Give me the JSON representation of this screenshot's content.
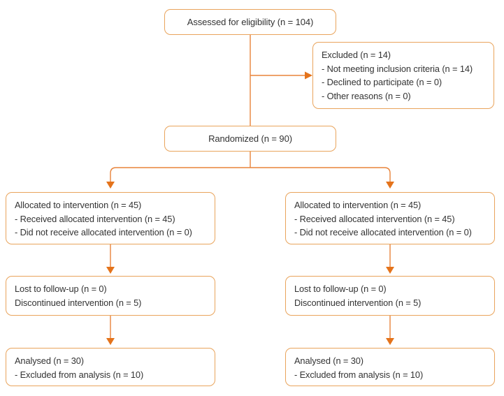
{
  "colors": {
    "background": "#ffffff",
    "box_border": "#e9a45c",
    "line": "#e8833a",
    "arrow": "#e4731b",
    "text": "#333333"
  },
  "flow": {
    "assessed": {
      "label": "Assessed for eligibility (n = 104)"
    },
    "excluded": {
      "title": "Excluded (n = 14)",
      "items": [
        "- Not meeting inclusion criteria (n = 14)",
        "- Declined to participate (n = 0)",
        "- Other reasons (n = 0)"
      ]
    },
    "randomized": {
      "label": "Randomized (n = 90)"
    },
    "left_arm": {
      "allocated": {
        "title": "Allocated to intervention (n = 45)",
        "items": [
          "- Received allocated intervention (n = 45)",
          "- Did not receive allocated intervention (n = 0)"
        ]
      },
      "followup": {
        "lines": [
          "Lost to follow-up (n = 0)",
          "Discontinued intervention (n = 5)"
        ]
      },
      "analysed": {
        "lines": [
          "Analysed (n = 30)",
          "- Excluded from analysis (n = 10)"
        ]
      }
    },
    "right_arm": {
      "allocated": {
        "title": "Allocated to intervention (n = 45)",
        "items": [
          "- Received allocated intervention (n = 45)",
          "- Did not receive allocated intervention (n = 0)"
        ]
      },
      "followup": {
        "lines": [
          "Lost to follow-up (n = 0)",
          "Discontinued intervention (n = 5)"
        ]
      },
      "analysed": {
        "lines": [
          "Analysed (n = 30)",
          "- Excluded from analysis (n = 10)"
        ]
      }
    }
  }
}
